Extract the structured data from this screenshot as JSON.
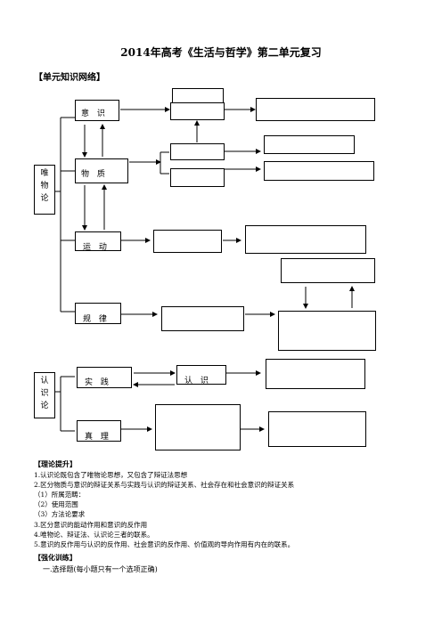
{
  "title": "2014年高考《生活与哲学》第二单元复习",
  "network_heading": "【单元知识网络】",
  "diagram": {
    "left_group_1": [
      "唯",
      "物",
      "论"
    ],
    "left_group_2": [
      "认",
      "识",
      "论"
    ],
    "nodes": {
      "consciousness": "意 识",
      "matter": "物 质",
      "motion": "运 动",
      "law": "规 律",
      "practice": "实 践",
      "cognition": "认 识",
      "truth": "真 理"
    }
  },
  "theory": {
    "heading": "【理论提升】",
    "items": [
      "1.认识论既包含了唯物论思想，又包含了辩证法思想",
      "2.区分物质与意识的辩证关系与实践与认识的辩证关系、社会存在和社会意识的辩证关系",
      "（1）所属范畴：",
      "（2）使用范围",
      "（3）方法论要求",
      "3.区分意识的能动作用和意识的反作用",
      "4.唯物论、辩证法、认识论三者的联系。",
      "5.意识的反作用与认识的反作用、社会意识的反作用、价值观的导向作用有内在的联系。"
    ]
  },
  "training": {
    "heading": "【强化训练】",
    "item": "一.选择题(每小题只有一个选项正确)"
  }
}
